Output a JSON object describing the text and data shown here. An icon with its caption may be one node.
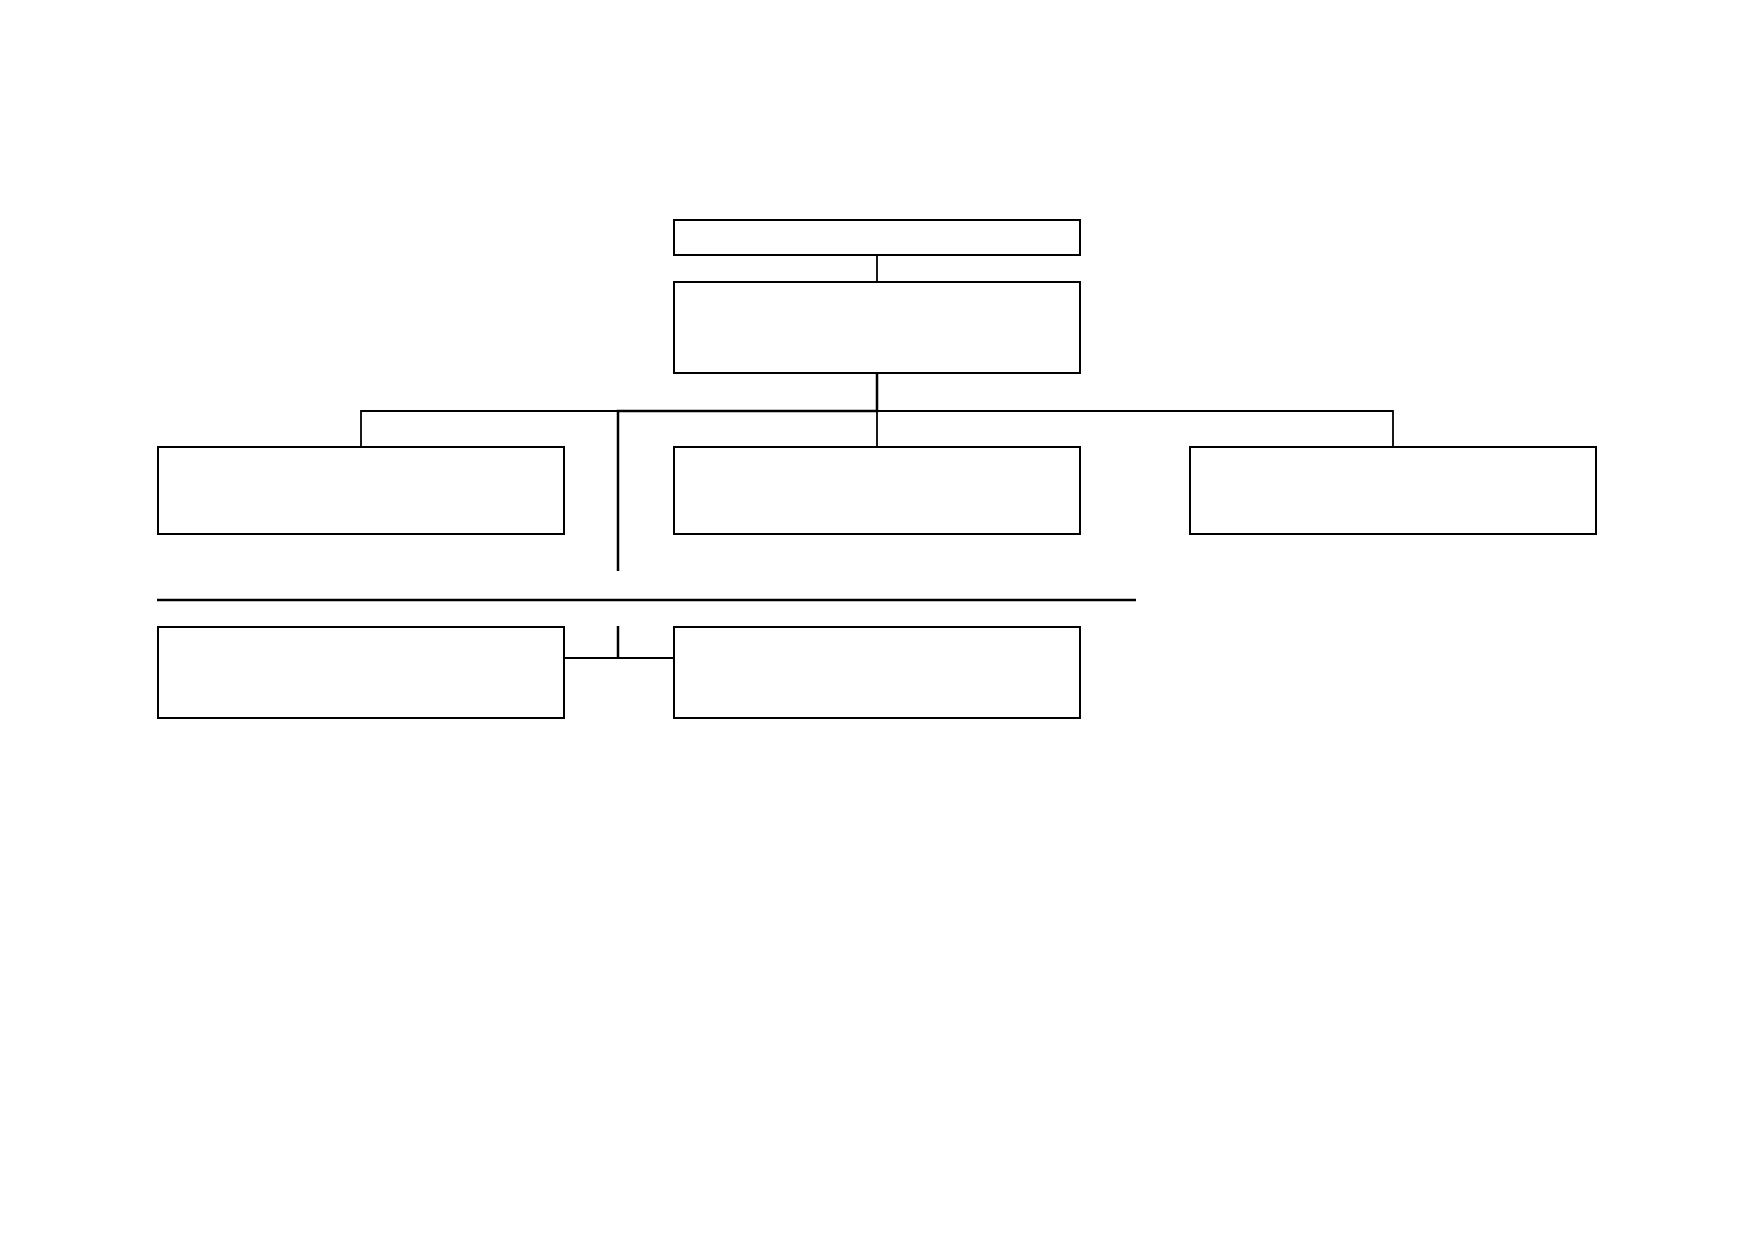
{
  "diagram": {
    "nodes": [
      {
        "text": [],
        "shape": "box"
      },
      {
        "text": [],
        "shape": "box"
      },
      {
        "text": [],
        "shape": "box"
      },
      {
        "text": [],
        "shape": "box"
      },
      {
        "text": [],
        "shape": "box"
      },
      {
        "text": [],
        "shape": "box"
      },
      {
        "text": [],
        "shape": "box"
      }
    ],
    "edges": [
      {
        "from": 0,
        "to": 1,
        "arrow": "none"
      },
      {
        "from": 1,
        "to": 2,
        "arrow": "none"
      },
      {
        "from": 1,
        "to": 3,
        "arrow": "none"
      },
      {
        "from": 1,
        "to": 4,
        "arrow": "none"
      },
      {
        "from": 1,
        "to": null,
        "arrow": "none"
      },
      {
        "from": 5,
        "to": 6,
        "arrow": "none"
      }
    ]
  }
}
